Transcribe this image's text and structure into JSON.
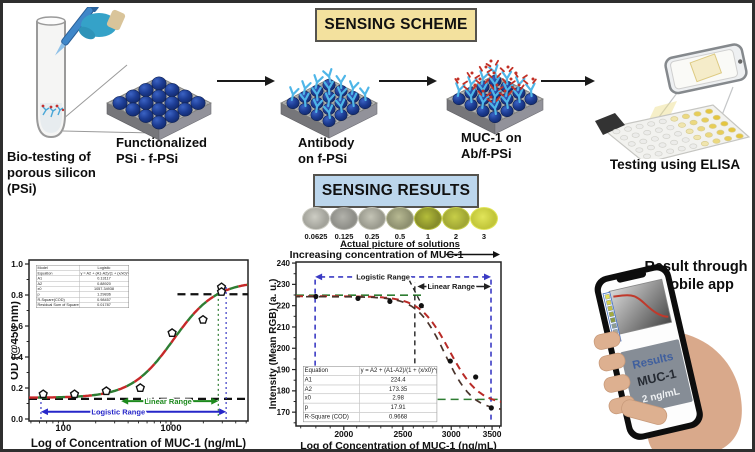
{
  "banners": {
    "scheme": "SENSING SCHEME",
    "results": "SENSING RESULTS"
  },
  "captions": {
    "biotesting": "Bio-testing of\nporous silicon\n(PSi)",
    "functionalized": "Functionalized\nPSi - f-PSi",
    "antibody": "Antibody\non f-PSi",
    "muc1": "MUC-1 on\nAb/f-PSi",
    "elisa": "Testing using ELISA",
    "mobile": "Result through\nMobile app"
  },
  "solutions": {
    "caption": "Actual picture of solutions",
    "items": [
      {
        "label": "0.0625",
        "color": "#a3a39b",
        "center": "#cdcdc4"
      },
      {
        "label": "0.125",
        "color": "#8f8f89",
        "center": "#b2b2ab"
      },
      {
        "label": "0.25",
        "color": "#9a9a8e",
        "center": "#c4c4b6"
      },
      {
        "label": "0.5",
        "color": "#8e9070",
        "center": "#b7b992"
      },
      {
        "label": "1",
        "color": "#878d2b",
        "center": "#b4bd3a"
      },
      {
        "label": "2",
        "color": "#a1a735",
        "center": "#c7ce48"
      },
      {
        "label": "3",
        "color": "#c2c63a",
        "center": "#e1e55a"
      }
    ]
  },
  "mobile_app": {
    "results_label": "Results",
    "analyte": "MUC-1",
    "value": "2 ng/mL"
  },
  "chart_data": [
    {
      "type": "scatter",
      "id": "elisa-od-chart",
      "xlabel": "Log of Concentration of MUC-1 (ng/mL)",
      "ylabel": "OD (@450 nm)",
      "xscale": "log",
      "xlim": [
        48,
        5200
      ],
      "ylim": [
        0,
        1.0
      ],
      "xticks": [
        100,
        1000
      ],
      "yticks": [
        0.0,
        0.2,
        0.4,
        0.6,
        0.8,
        1.0
      ],
      "x": [
        65,
        127,
        251,
        519,
        1026,
        1986,
        2950,
        2950
      ],
      "y": [
        0.16,
        0.16,
        0.18,
        0.2,
        0.555,
        0.64,
        0.85,
        0.82
      ],
      "marker": "pentagon",
      "fits": [
        {
          "A1": 0.137,
          "A2": 0.889,
          "x0": 1057,
          "p": 2.2,
          "color": "#c62828",
          "dash": "9,9",
          "offset": 0,
          "width": 2.4
        },
        {
          "A1": 0.137,
          "A2": 0.889,
          "x0": 1057,
          "p": 2.2,
          "color": "#2e7d32",
          "dash": "9,9",
          "offset": 9,
          "width": 2.4
        }
      ],
      "hlines": [
        {
          "y": 0.13,
          "x1": 48,
          "x2": 5200,
          "color": "#111111",
          "dash": "8,5",
          "width": 2.2
        },
        {
          "y": 0.805,
          "x1": 1150,
          "x2": 5200,
          "color": "#111111",
          "dash": "8,5",
          "width": 2.2
        }
      ],
      "vlines": [
        {
          "x": 62,
          "y1": 0,
          "y2": 0.175,
          "color": "#3b3bc4",
          "dash": "2,3",
          "width": 1.2
        },
        {
          "x": 3257,
          "y1": 0,
          "y2": 0.87,
          "color": "#3b3bc4",
          "dash": "2,3",
          "width": 1.2
        },
        {
          "x": 2754,
          "y1": 0.02,
          "y2": 0.805,
          "color": "#2e7d32",
          "dash": "2,3",
          "width": 1.2
        }
      ],
      "range_arrows": [
        {
          "y": 0.115,
          "x1": 345,
          "x2": 2754,
          "color": "#1d8a1d",
          "label": "Linear Range",
          "label_color": "#1d8a1d",
          "label_x": 941,
          "width": 2
        },
        {
          "y": 0.047,
          "x1": 62,
          "x2": 3257,
          "color": "#2626c9",
          "label": "Logistic Range",
          "label_color": "#2626c9",
          "label_x": 324,
          "width": 2
        }
      ],
      "inset_table": {
        "rows": [
          [
            "Model",
            "Logistic"
          ],
          [
            "Equation",
            "y = A2 + (A1-A2)/(1 + (x/x0)^p)"
          ],
          [
            "A1",
            "0.13117"
          ],
          [
            "A2",
            "0.88920"
          ],
          [
            "x0",
            "1057.34938"
          ],
          [
            "p",
            "1.29836"
          ],
          [
            "R-Square(COD)",
            "0.98457"
          ],
          [
            "Residual Sum of Squares",
            "0.01787"
          ]
        ]
      }
    },
    {
      "type": "scatter",
      "id": "rgb-intensity-chart",
      "title": "Increasing concentration of MUC-1",
      "xlabel": "Log of Concentration of MUC-1 (ng/mL)",
      "ylabel": "Intensity (Mean RGB) (a. u.)",
      "xscale": "log",
      "xlim": [
        1670,
        3620
      ],
      "ylim": [
        163.5,
        240.5
      ],
      "xticks": [
        2000,
        2500,
        3000,
        3500
      ],
      "yticks": [
        170,
        180,
        190,
        200,
        210,
        220,
        230,
        240
      ],
      "x": [
        1800,
        2110,
        2380,
        2680,
        2990,
        3290,
        3490
      ],
      "y": [
        224.3,
        223.4,
        222.0,
        220.0,
        194.0,
        186.5,
        172.0
      ],
      "marker": "dot",
      "fits": [
        {
          "A1": 224.4,
          "A2": 173.35,
          "x0": 2980,
          "p": 17.91,
          "color": "#b92b27",
          "dash": "7,5",
          "offset": 0,
          "width": 2
        },
        {
          "A1": 224.2,
          "A2": 170.5,
          "x0": 2930,
          "p": 19,
          "color": "#4a342c",
          "dash": "7,6",
          "offset": 3,
          "width": 1.7
        }
      ],
      "hlines": [
        {
          "y": 224.9,
          "x1": 1670,
          "x2": 2680,
          "color": "#2e7d32",
          "dash": "8,5",
          "width": 1.6
        },
        {
          "y": 176.0,
          "x1": 2850,
          "x2": 3620,
          "color": "#2e7d32",
          "dash": "8,5",
          "width": 1.6
        }
      ],
      "vlines": [
        {
          "x": 1795,
          "y1": 166.5,
          "y2": 233.5,
          "color": "#3b3bc4",
          "dash": "5,4",
          "width": 1.6
        },
        {
          "x": 3486,
          "y1": 166.5,
          "y2": 233.5,
          "color": "#3b3bc4",
          "dash": "5,4",
          "width": 1.6
        },
        {
          "x": 2615,
          "y1": 176,
          "y2": 231,
          "color": "#222222",
          "dash": "5,4",
          "width": 1.4
        }
      ],
      "segments": [
        {
          "x1": 2560,
          "y1": 232,
          "x2": 2700,
          "y2": 219,
          "color": "#222222",
          "dash": "5,4",
          "width": 1.4
        }
      ],
      "range_arrows": [
        {
          "y": 233.5,
          "x1": 1795,
          "x2": 3486,
          "color": "#3b3bc4",
          "dash": "5,4",
          "label": "Logistic Range",
          "label_color": "#1a1a1a",
          "label_x": 2320,
          "width": 1.6
        },
        {
          "y": 229.0,
          "x1": 2640,
          "x2": 3486,
          "color": "#222222",
          "label": "Linear Range",
          "label_color": "#1a1a1a",
          "label_x": 3000,
          "width": 1.4
        }
      ],
      "inset_table": {
        "rows": [
          [
            "Equation",
            "y = A2 + (A1-A2)/(1 + (x/x0)^p"
          ],
          [
            "A1",
            "224.4"
          ],
          [
            "A2",
            "173.35"
          ],
          [
            "x0",
            "2.98"
          ],
          [
            "p",
            "17.91"
          ],
          [
            "R-Square (COD)",
            "0.9668"
          ]
        ]
      }
    }
  ]
}
